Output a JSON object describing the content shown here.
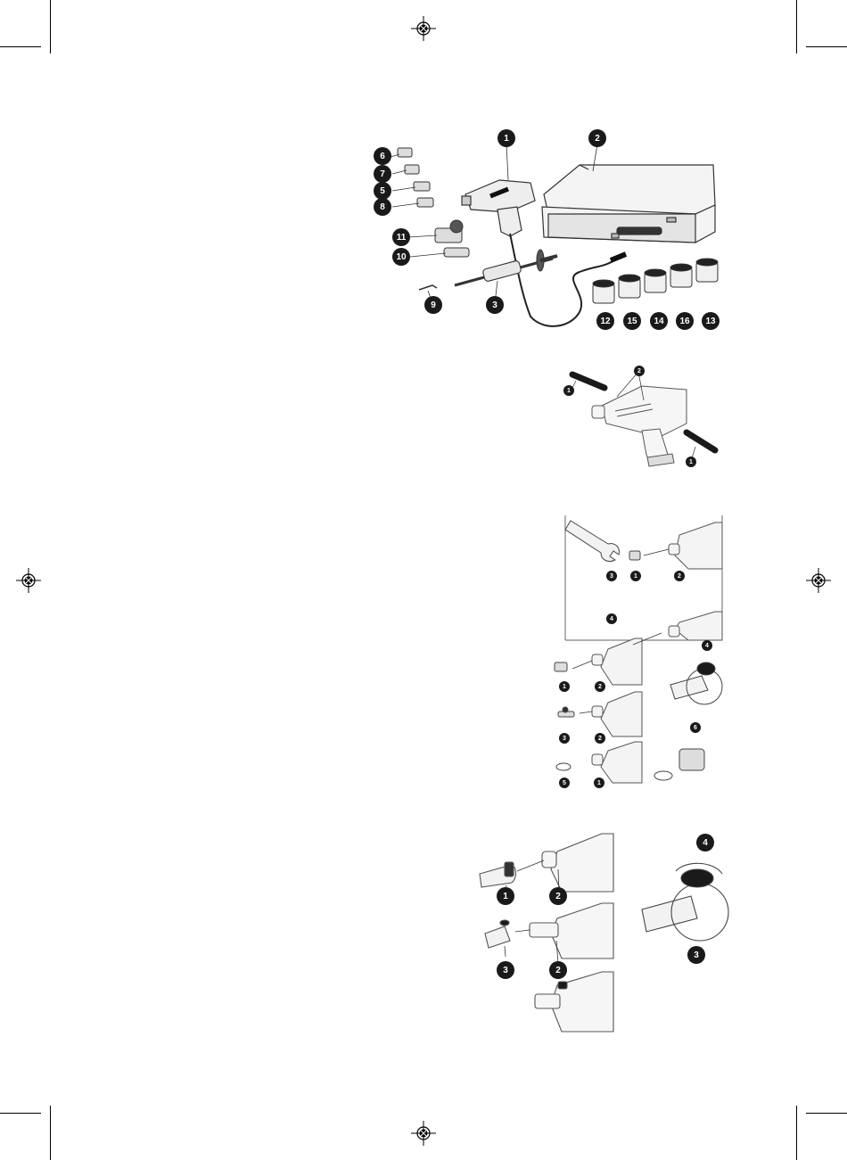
{
  "fig1": {
    "callouts": [
      "1",
      "2",
      "6",
      "7",
      "5",
      "8",
      "11",
      "10",
      "9",
      "3",
      "12",
      "15",
      "14",
      "16",
      "13"
    ]
  },
  "fig2": {
    "callouts": [
      "1",
      "2",
      "1"
    ]
  },
  "fig3": {
    "callouts": [
      "3",
      "1",
      "2",
      "4",
      "1",
      "2",
      "4",
      "3",
      "2",
      "5",
      "1",
      "6"
    ]
  },
  "fig4": {
    "callouts": [
      "4",
      "1",
      "2",
      "3",
      "2",
      "3"
    ]
  },
  "colors": {
    "ink": "#1a1a1a",
    "line": "#333333",
    "fill_light": "#f2f2f2",
    "fill_mid": "#d8d8d8"
  },
  "icons": {
    "registration_mark": "crosshair-target-icon"
  }
}
